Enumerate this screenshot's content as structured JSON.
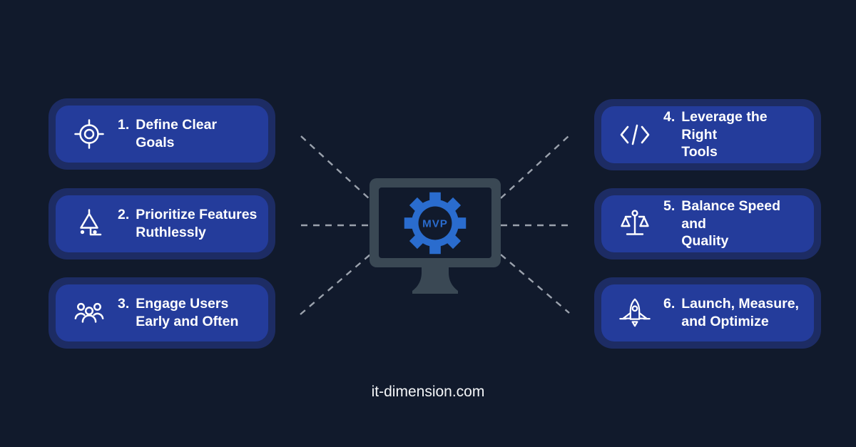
{
  "page": {
    "background": "#111A2C",
    "footer_text": "it-dimension.com"
  },
  "colors": {
    "background": "#111A2C",
    "card_rim": "#1D2C64",
    "card_fill": "#243C9B",
    "monitor_frame": "#3A4854",
    "gear_blue": "#2A6CCE",
    "dash_line": "#9BA2AD",
    "text": "#FFFFFF"
  },
  "center": {
    "label": "MVP",
    "icon": "monitor-gear-icon"
  },
  "cards": [
    {
      "number": "1.",
      "text": "Define Clear Goals",
      "icon": "target-icon"
    },
    {
      "number": "2.",
      "text": "Prioritize Features\nRuthlessly",
      "icon": "priority-icon"
    },
    {
      "number": "3.",
      "text": "Engage Users\nEarly and Often",
      "icon": "users-icon"
    },
    {
      "number": "4.",
      "text": "Leverage the Right\nTools",
      "icon": "code-icon"
    },
    {
      "number": "5.",
      "text": "Balance Speed and\nQuality",
      "icon": "scales-icon"
    },
    {
      "number": "6.",
      "text": "Launch, Measure,\nand Optimize",
      "icon": "rocket-icon"
    }
  ]
}
